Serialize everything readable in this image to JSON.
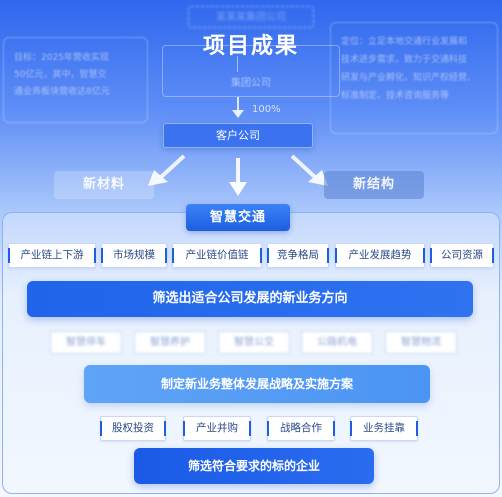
{
  "title": "项目成果",
  "top_box_text": "某某某集团公司",
  "group_label": "集团公司",
  "percent": "100%",
  "client_company": "客户公司",
  "side_left_lines": [
    "目标：2025年营收实现",
    "50亿元，其中，智慧交",
    "通业务板块营收达8亿元"
  ],
  "side_right_lines": [
    "定位：立足本地交通行业发展和",
    "技术进步需求，致力于交通科技",
    "研发与产业孵化，知识产权经营、",
    "标准制定、技术咨询服务等"
  ],
  "new_materials": "新材料",
  "new_structure": "新结构",
  "smart_transport": "智慧交通",
  "row1_tags": [
    "产业链上下游",
    "市场规模",
    "产业链价值链",
    "竞争格局",
    "产业发展趋势",
    "公司资源"
  ],
  "bar1": "筛选出适合公司发展的新业务方向",
  "row2_tags": [
    "智慧停车",
    "智慧养护",
    "智慧公交",
    "公路机电",
    "智慧物流"
  ],
  "bar2": "制定新业务整体发展战略及实施方案",
  "row3_tags": [
    "股权投资",
    "产业并购",
    "战略合作",
    "业务挂靠"
  ],
  "bar3": "筛选符合要求的标的企业",
  "colors": {
    "primary": "#1c5fe0",
    "light": "#5fa4f6",
    "border": "#8fb2f7"
  }
}
